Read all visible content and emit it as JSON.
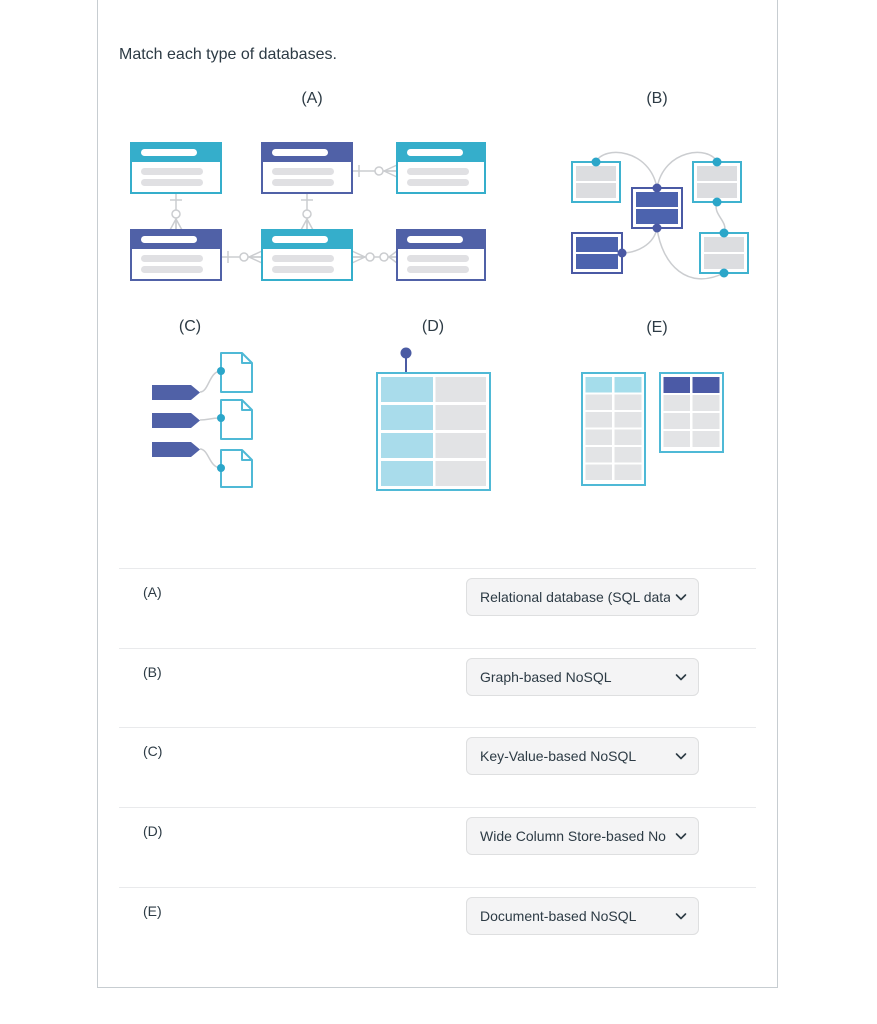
{
  "question": {
    "title": "Match each type of databases."
  },
  "diagrams": [
    {
      "label": "(A)",
      "icon": "er-relational-diagram"
    },
    {
      "label": "(B)",
      "icon": "graph-network-diagram"
    },
    {
      "label": "(C)",
      "icon": "key-value-diagram"
    },
    {
      "label": "(D)",
      "icon": "wide-column-table-diagram"
    },
    {
      "label": "(E)",
      "icon": "document-column-tables-diagram"
    }
  ],
  "answers": [
    {
      "label": "(A)",
      "selected": "Relational database (SQL data"
    },
    {
      "label": "(B)",
      "selected": "Graph-based NoSQL"
    },
    {
      "label": "(C)",
      "selected": "Key-Value-based NoSQL"
    },
    {
      "label": "(D)",
      "selected": "Wide Column Store-based No"
    },
    {
      "label": "(E)",
      "selected": "Document-based NoSQL"
    }
  ],
  "colors": {
    "cyan": "#35AECB",
    "indigo": "#5061A7",
    "light_cyan_cell": "#A9DCEB",
    "gray_cell": "#E2E3E5",
    "table_border_cyan": "#4FB9D6",
    "connector_gray": "#CBCDD0",
    "card_border": "#C7CDD1",
    "row_divider": "#E9EAEC",
    "select_bg": "#F4F4F5",
    "text": "#2D3B45"
  }
}
